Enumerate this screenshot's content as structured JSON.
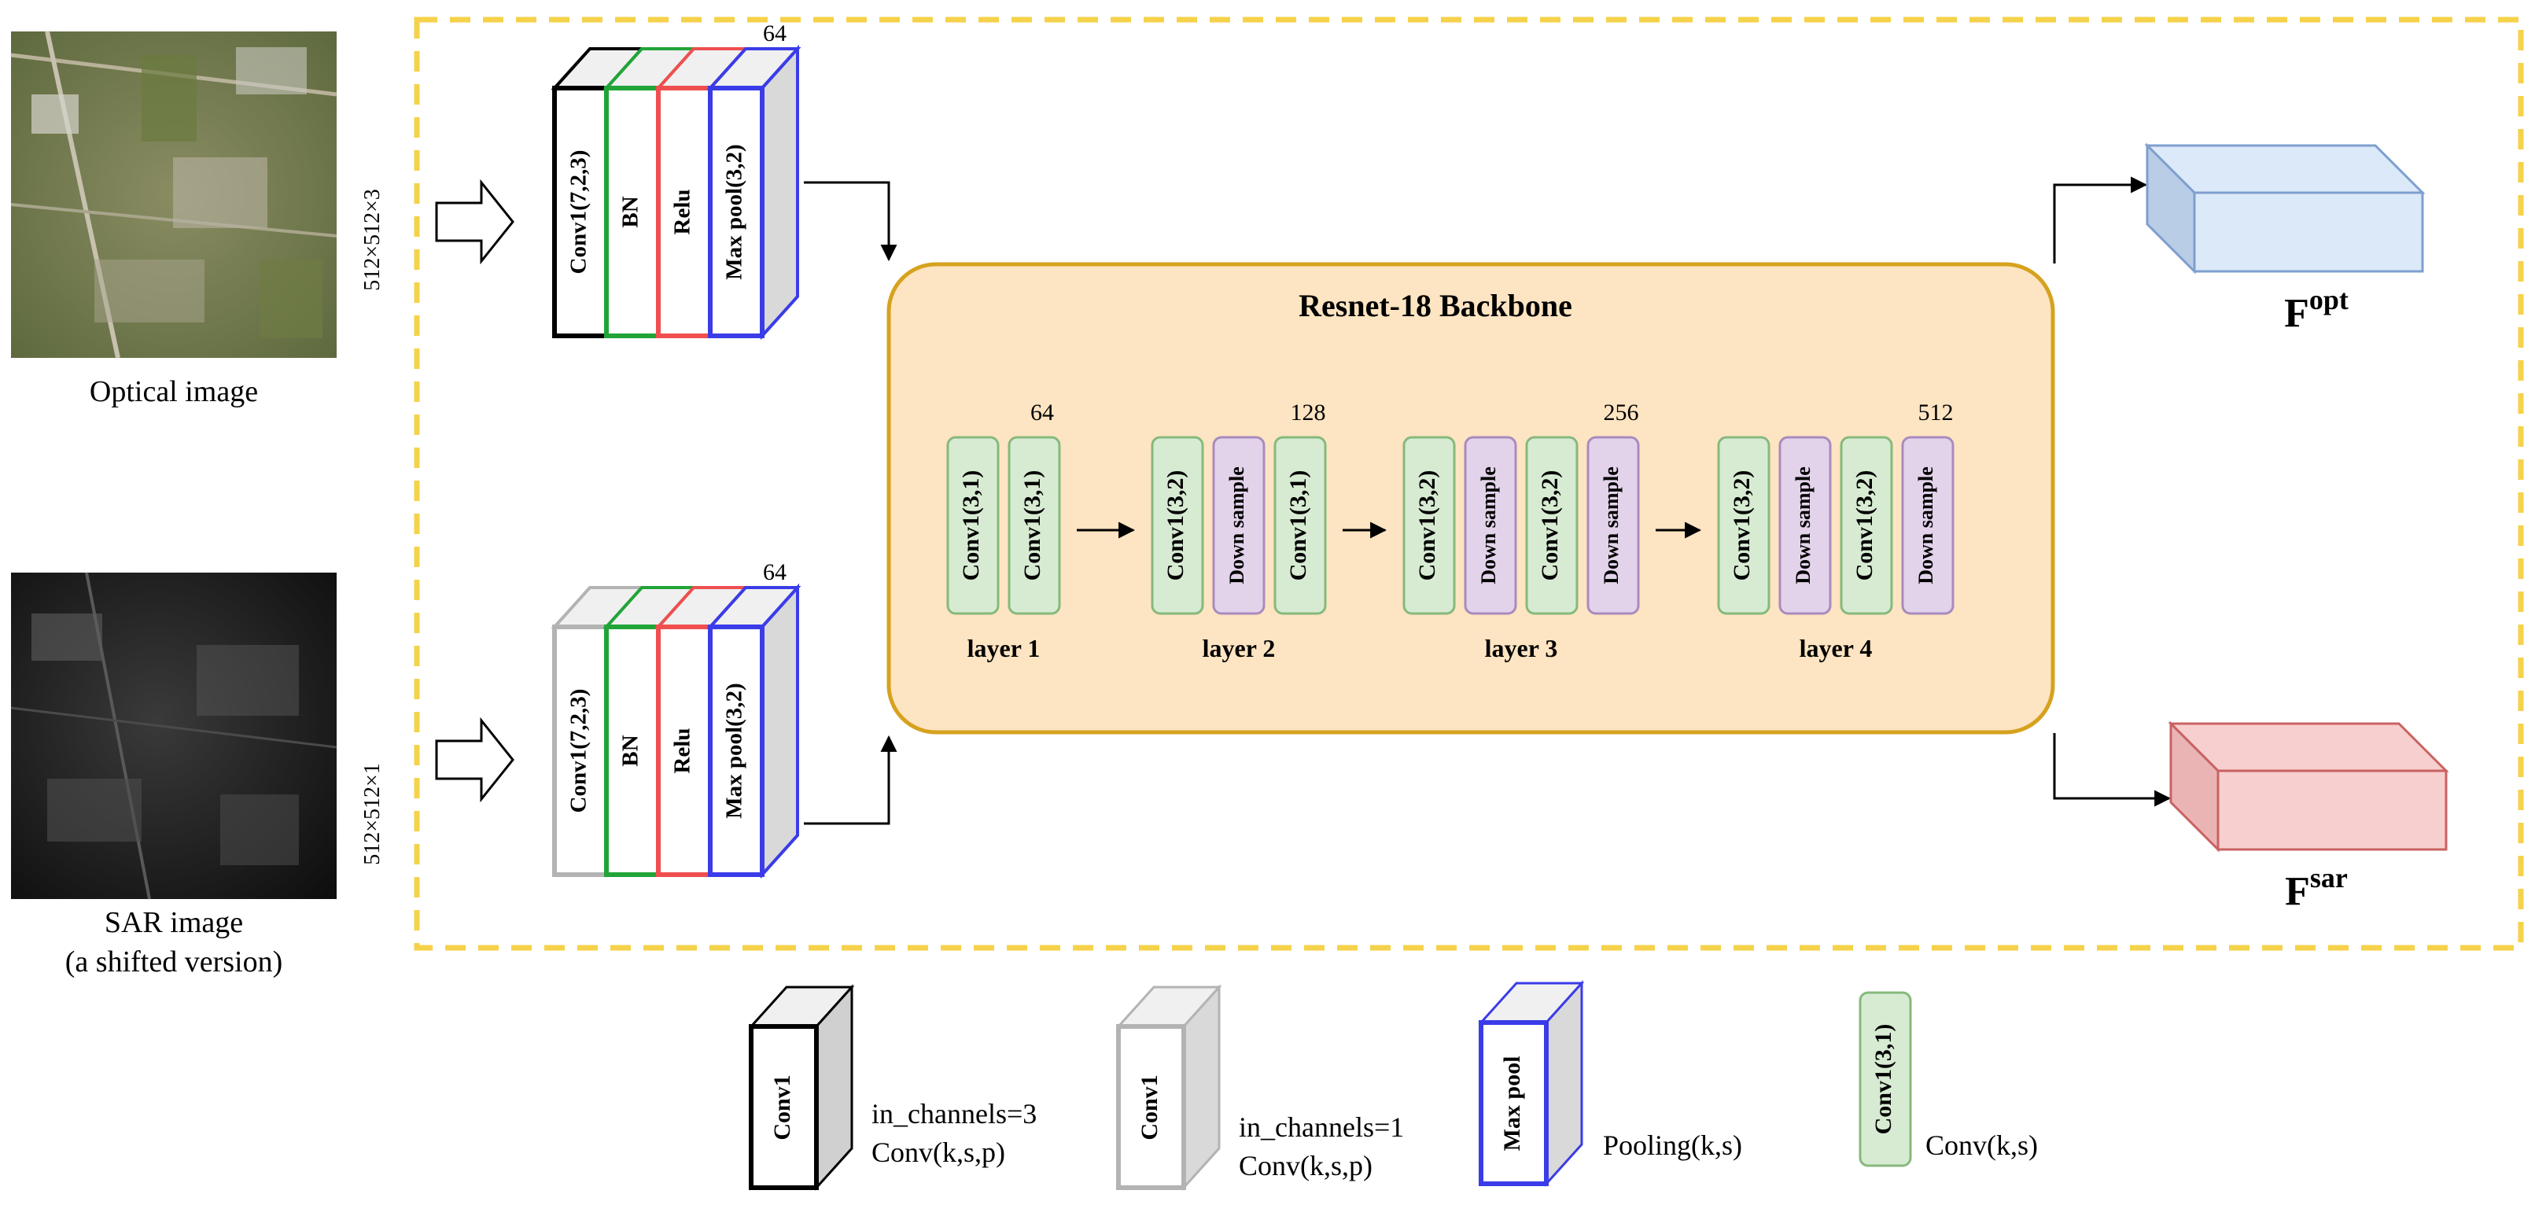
{
  "inputs": {
    "optical": {
      "caption": "Optical image",
      "size": "512×512×3"
    },
    "sar": {
      "caption_line1": "SAR image",
      "caption_line2": "(a shifted version)",
      "size": "512×512×1"
    }
  },
  "stem": {
    "channels": "64",
    "layers": [
      "Conv1(7,2,3)",
      "BN",
      "Relu",
      "Max pool(3,2)"
    ]
  },
  "backbone": {
    "title": "Resnet-18 Backbone",
    "groups": [
      {
        "label": "layer 1",
        "channels": "64",
        "blocks": [
          {
            "text": "Conv1(3,1)",
            "kind": "conv"
          },
          {
            "text": "Conv1(3,1)",
            "kind": "conv"
          }
        ]
      },
      {
        "label": "layer 2",
        "channels": "128",
        "blocks": [
          {
            "text": "Conv1(3,2)",
            "kind": "conv"
          },
          {
            "text": "Down sample",
            "kind": "down"
          },
          {
            "text": "Conv1(3,1)",
            "kind": "conv"
          }
        ]
      },
      {
        "label": "layer 3",
        "channels": "256",
        "blocks": [
          {
            "text": "Conv1(3,2)",
            "kind": "conv"
          },
          {
            "text": "Down sample",
            "kind": "down"
          },
          {
            "text": "Conv1(3,2)",
            "kind": "conv"
          },
          {
            "text": "Down sample",
            "kind": "down"
          }
        ]
      },
      {
        "label": "layer 4",
        "channels": "512",
        "blocks": [
          {
            "text": "Conv1(3,2)",
            "kind": "conv"
          },
          {
            "text": "Down sample",
            "kind": "down"
          },
          {
            "text": "Conv1(3,2)",
            "kind": "conv"
          },
          {
            "text": "Down sample",
            "kind": "down"
          }
        ]
      }
    ]
  },
  "outputs": {
    "opt": {
      "base": "F",
      "sup": "opt"
    },
    "sar": {
      "base": "F",
      "sup": "sar"
    }
  },
  "legend": {
    "conv_black": {
      "block": "Conv1",
      "line1": "in_channels=3",
      "line2": "Conv(k,s,p)"
    },
    "conv_gray": {
      "block": "Conv1",
      "line1": "in_channels=1",
      "line2": "Conv(k,s,p)"
    },
    "maxpool": {
      "block": "Max pool",
      "line1": "Pooling(k,s)"
    },
    "conv_green": {
      "block": "Conv1(3,1)",
      "line1": "Conv(k,s)"
    }
  },
  "colors": {
    "dashed_frame": "#f5d24a",
    "backbone_fill": "#fde4c2",
    "backbone_stroke": "#d6a21e",
    "conv_fill": "#d7ebd2",
    "conv_stroke": "#86b97c",
    "down_fill": "#e2d3ea",
    "down_stroke": "#a98bbe",
    "opt_fill": "#dce9f9",
    "opt_stroke": "#7e9fcf",
    "sar_fill": "#f7cfcf",
    "sar_stroke": "#c96262",
    "bn": "#21a438",
    "relu": "#ef4f4f",
    "pool": "#3a3ce8"
  }
}
